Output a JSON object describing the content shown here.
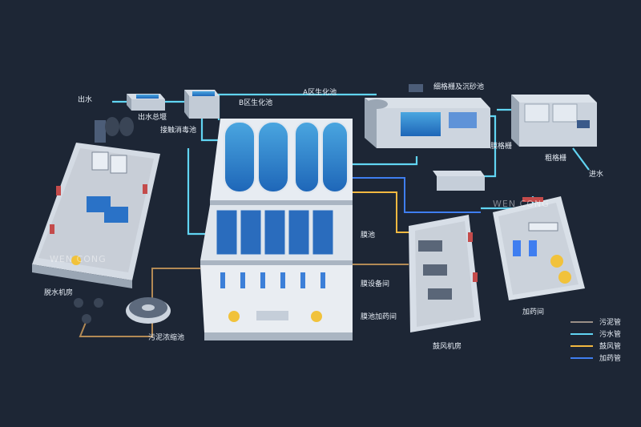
{
  "labels": {
    "outlet": "出水",
    "outlet_weir": "出水总堰",
    "contact_disinfection": "接触消毒池",
    "b_bio_tank": "B区生化池",
    "a_bio_tank": "A区生化池",
    "fine_screen_grit": "细格栅及沉砂池",
    "membrane_screen": "膜格栅",
    "coarse_screen": "粗格栅",
    "inlet": "进水",
    "dewatering_room": "脱水机房",
    "membrane_tank": "膜池",
    "membrane_equipment_room": "膜设备间",
    "membrane_dosing_room": "膜池加药间",
    "sludge_thickener": "污泥浓缩池",
    "blower_room": "鼓风机房",
    "dosing_room": "加药间"
  },
  "watermarks": [
    "WEN CONG",
    "WEN CONG"
  ],
  "legend": [
    {
      "label": "污泥管",
      "color": "#9a8f86"
    },
    {
      "label": "污水管",
      "color": "#61d4f2"
    },
    {
      "label": "鼓风管",
      "color": "#f2b840"
    },
    {
      "label": "加药管",
      "color": "#3f7ef0"
    }
  ]
}
